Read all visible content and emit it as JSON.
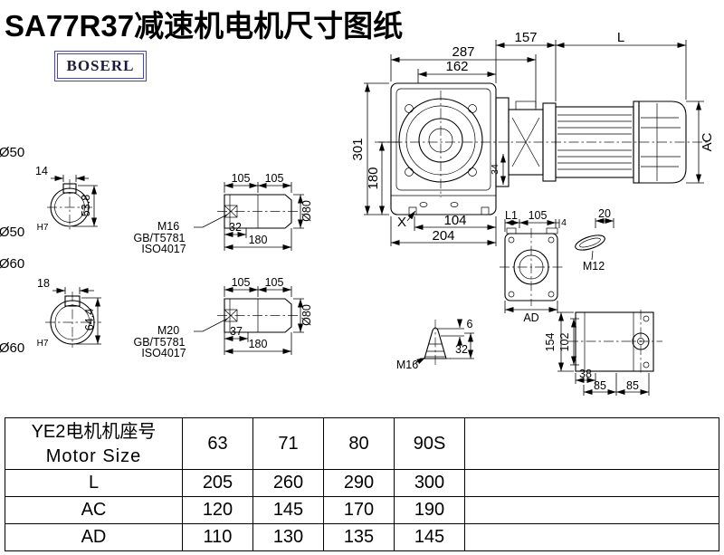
{
  "page": {
    "title": "SA77R37减速机电机尺寸图纸",
    "brand": "BOSERL"
  },
  "drawing": {
    "main": {
      "d287": "287",
      "d162": "162",
      "d157": "157",
      "dL": "L",
      "d301": "301",
      "d180": "180",
      "d34": "34",
      "dAC": "AC",
      "dX": "X",
      "d104": "104",
      "d204": "204"
    },
    "shaft50": {
      "dia": "Ø50",
      "key_w": "14",
      "over_key": "53.8",
      "fit_dia": "Ø50",
      "fit_tol": "H7"
    },
    "shaft60": {
      "dia": "Ø60",
      "key_w": "18",
      "over_key": "64.4",
      "fit_dia": "Ø60",
      "fit_tol": "H7"
    },
    "detail1": {
      "l1": "105",
      "l2": "105",
      "thread": "M16",
      "std1": "GB/T5781",
      "std2": "ISO4017",
      "d32": "32",
      "d180": "180",
      "dia": "Ø80"
    },
    "detail2": {
      "l1": "105",
      "l2": "105",
      "thread": "M20",
      "std1": "GB/T5781",
      "std2": "ISO4017",
      "d37": "37",
      "d180": "180",
      "dia": "Ø80"
    },
    "aux_top": {
      "dL1": "L1",
      "d105": "105",
      "d4": "4",
      "dAD": "AD"
    },
    "plug": {
      "d20": "20",
      "thread": "M12"
    },
    "cone": {
      "d6": "6",
      "d32": "32",
      "thread": "M16"
    },
    "aux_bottom": {
      "d154": "154",
      "d102": "102",
      "d38": "38",
      "d85a": "85",
      "d85b": "85"
    }
  },
  "table": {
    "header_cn": "YE2电机机座号",
    "header_en": "Motor Size",
    "sizes": [
      "63",
      "71",
      "80",
      "90S"
    ],
    "rows": [
      {
        "label": "L",
        "values": [
          "205",
          "260",
          "290",
          "300"
        ]
      },
      {
        "label": "AC",
        "values": [
          "120",
          "145",
          "170",
          "190"
        ]
      },
      {
        "label": "AD",
        "values": [
          "110",
          "130",
          "135",
          "145"
        ]
      }
    ]
  }
}
